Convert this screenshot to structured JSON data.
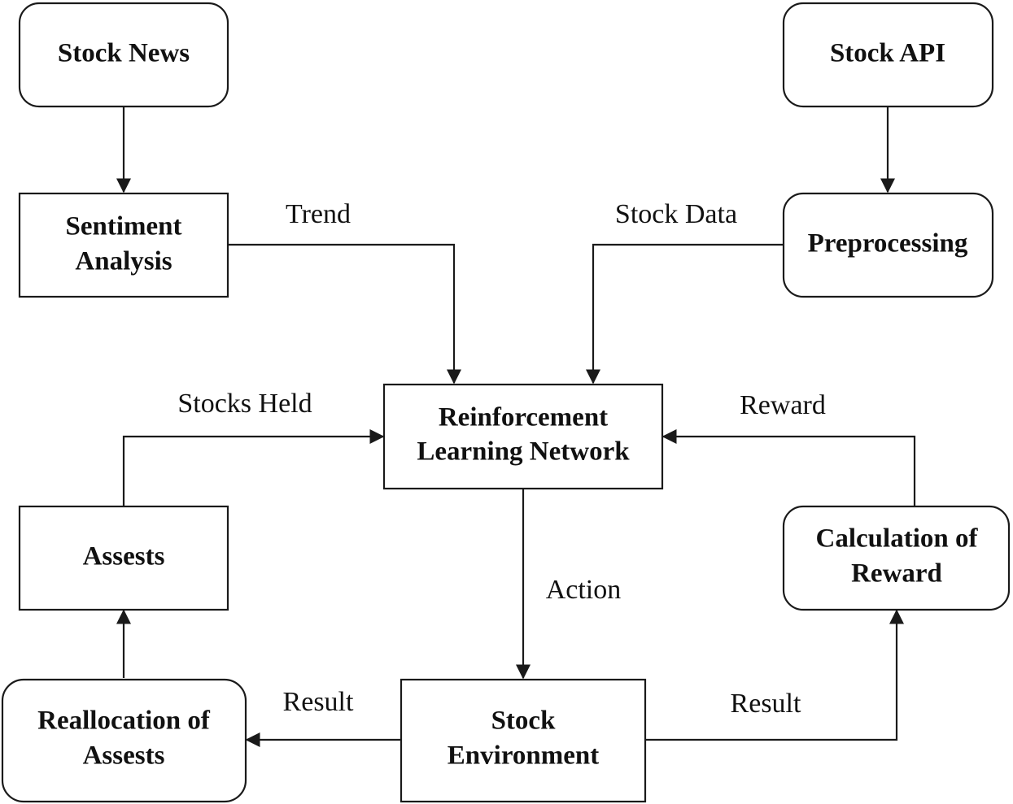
{
  "nodes": {
    "stock_news": {
      "lines": [
        "Stock News"
      ],
      "rounded": true
    },
    "stock_api": {
      "lines": [
        "Stock API"
      ],
      "rounded": true
    },
    "sentiment_analysis": {
      "lines": [
        "Sentiment",
        "Analysis"
      ],
      "rounded": false
    },
    "preprocessing": {
      "lines": [
        "Preprocessing"
      ],
      "rounded": true
    },
    "rl_network": {
      "lines": [
        "Reinforcement",
        "Learning Network"
      ],
      "rounded": false
    },
    "assets": {
      "lines": [
        "Assests"
      ],
      "rounded": false
    },
    "calc_reward": {
      "lines": [
        "Calculation of",
        "Reward"
      ],
      "rounded": true
    },
    "realloc_assets": {
      "lines": [
        "Reallocation of",
        "Assests"
      ],
      "rounded": true
    },
    "stock_env": {
      "lines": [
        "Stock",
        "Environment"
      ],
      "rounded": false
    }
  },
  "edges": [
    {
      "from": "stock_news",
      "to": "sentiment_analysis",
      "label": ""
    },
    {
      "from": "stock_api",
      "to": "preprocessing",
      "label": ""
    },
    {
      "from": "sentiment_analysis",
      "to": "rl_network",
      "label": "Trend"
    },
    {
      "from": "preprocessing",
      "to": "rl_network",
      "label": "Stock Data"
    },
    {
      "from": "assets",
      "to": "rl_network",
      "label": "Stocks Held"
    },
    {
      "from": "calc_reward",
      "to": "rl_network",
      "label": "Reward"
    },
    {
      "from": "rl_network",
      "to": "stock_env",
      "label": "Action"
    },
    {
      "from": "stock_env",
      "to": "realloc_assets",
      "label": "Result"
    },
    {
      "from": "stock_env",
      "to": "calc_reward",
      "label": "Result"
    },
    {
      "from": "realloc_assets",
      "to": "assets",
      "label": ""
    }
  ]
}
